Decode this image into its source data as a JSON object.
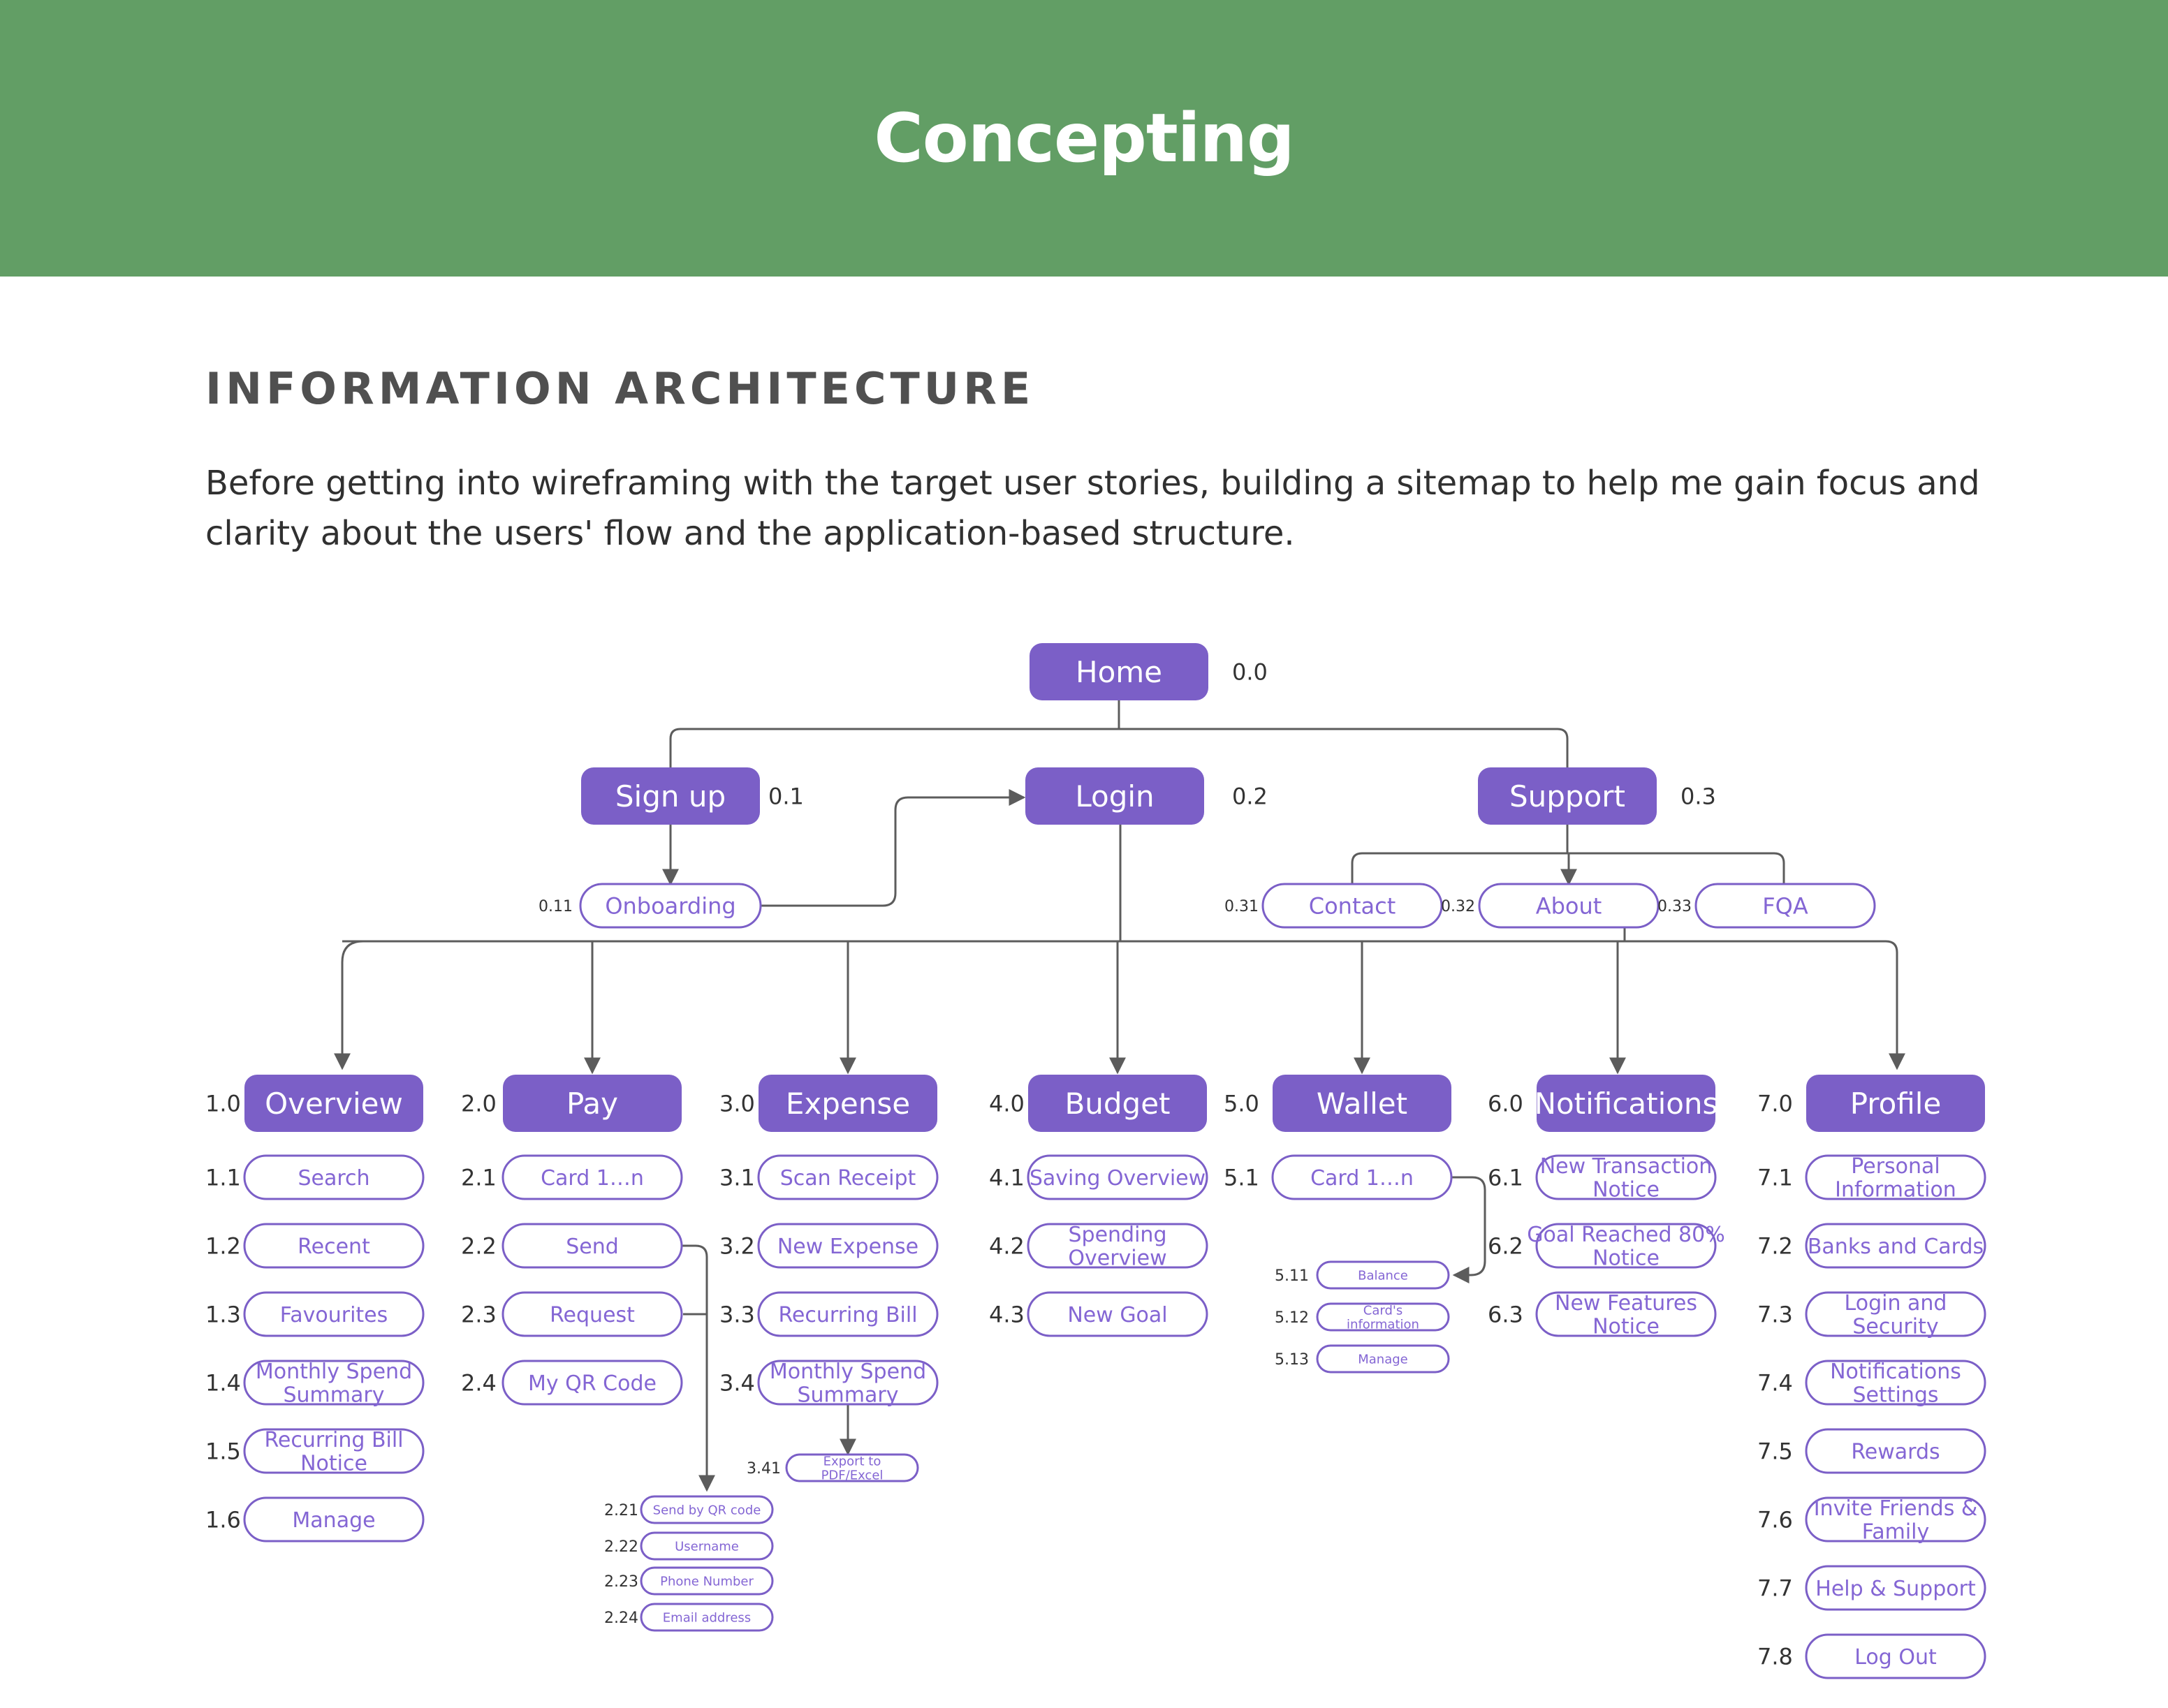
{
  "page": {
    "banner_title": "Concepting",
    "section_title": "INFORMATION ARCHITECTURE",
    "intro": "Before getting into wireframing with the target user stories, building a sitemap to help me gain focus and clarity about the users' flow and the application-based structure."
  },
  "colors": {
    "banner": "#629e65",
    "primary": "#7b5fc7",
    "node_text_light": "#ffffff",
    "outline_text": "#8466d4",
    "connector": "#5c5c5c",
    "number": "#333333"
  },
  "sitemap": {
    "home": {
      "label": "Home",
      "num": "0.0"
    },
    "top": [
      {
        "label": "Sign up",
        "num": "0.1"
      },
      {
        "label": "Login",
        "num": "0.2"
      },
      {
        "label": "Support",
        "num": "0.3"
      }
    ],
    "onboarding": {
      "label": "Onboarding",
      "num": "0.11"
    },
    "support_children": [
      {
        "label": "Contact",
        "num": "0.31"
      },
      {
        "label": "About",
        "num": "0.32"
      },
      {
        "label": "FQA",
        "num": "0.33"
      }
    ],
    "sections": [
      {
        "label": "Overview",
        "num": "1.0",
        "children": [
          {
            "label": "Search",
            "num": "1.1"
          },
          {
            "label": "Recent",
            "num": "1.2"
          },
          {
            "label": "Favourites",
            "num": "1.3"
          },
          {
            "label": "Monthly Spend Summary",
            "num": "1.4"
          },
          {
            "label": "Recurring Bill Notice",
            "num": "1.5"
          },
          {
            "label": "Manage",
            "num": "1.6"
          }
        ]
      },
      {
        "label": "Pay",
        "num": "2.0",
        "children": [
          {
            "label": "Card 1…n",
            "num": "2.1"
          },
          {
            "label": "Send",
            "num": "2.2"
          },
          {
            "label": "Request",
            "num": "2.3"
          },
          {
            "label": "My QR Code",
            "num": "2.4"
          }
        ]
      },
      {
        "label": "Expense",
        "num": "3.0",
        "children": [
          {
            "label": "Scan Receipt",
            "num": "3.1"
          },
          {
            "label": "New Expense",
            "num": "3.2"
          },
          {
            "label": "Recurring Bill",
            "num": "3.3"
          },
          {
            "label": "Monthly Spend Summary",
            "num": "3.4"
          }
        ]
      },
      {
        "label": "Budget",
        "num": "4.0",
        "children": [
          {
            "label": "Saving Overview",
            "num": "4.1"
          },
          {
            "label": "Spending Overview",
            "num": "4.2"
          },
          {
            "label": "New Goal",
            "num": "4.3"
          }
        ]
      },
      {
        "label": "Wallet",
        "num": "5.0",
        "children": [
          {
            "label": "Card 1…n",
            "num": "5.1"
          }
        ]
      },
      {
        "label": "Notifications",
        "num": "6.0",
        "children": [
          {
            "label": "New Transaction Notice",
            "num": "6.1"
          },
          {
            "label": "Goal Reached 80% Notice",
            "num": "6.2"
          },
          {
            "label": "New Features Notice",
            "num": "6.3"
          }
        ]
      },
      {
        "label": "Profile",
        "num": "7.0",
        "children": [
          {
            "label": "Personal Information",
            "num": "7.1"
          },
          {
            "label": "Banks and Cards",
            "num": "7.2"
          },
          {
            "label": "Login and Security",
            "num": "7.3"
          },
          {
            "label": "Notifications Settings",
            "num": "7.4"
          },
          {
            "label": "Rewards",
            "num": "7.5"
          },
          {
            "label": "Invite Friends & Family",
            "num": "7.6"
          },
          {
            "label": "Help & Support",
            "num": "7.7"
          },
          {
            "label": "Log Out",
            "num": "7.8"
          }
        ]
      }
    ],
    "pay_send_children": [
      {
        "label": "Send by QR code",
        "num": "2.21"
      },
      {
        "label": "Username",
        "num": "2.22"
      },
      {
        "label": "Phone Number",
        "num": "2.23"
      },
      {
        "label": "Email address",
        "num": "2.24"
      }
    ],
    "expense_export": {
      "label": "Export to PDF/Excel",
      "num": "3.41"
    },
    "wallet_card_children": [
      {
        "label": "Balance",
        "num": "5.11"
      },
      {
        "label": "Card's information",
        "num": "5.12"
      },
      {
        "label": "Manage",
        "num": "5.13"
      }
    ]
  }
}
